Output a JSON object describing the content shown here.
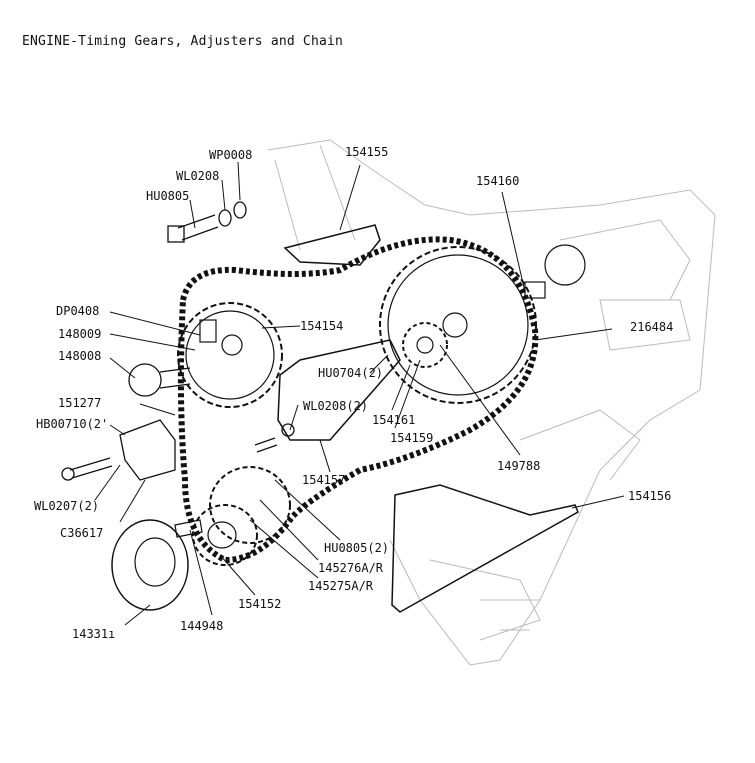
{
  "page": {
    "title": "ENGINE-Timing Gears, Adjusters and Chain"
  },
  "parts": [
    {
      "id": "WP0008",
      "label": "WP0008"
    },
    {
      "id": "154155",
      "label": "154155"
    },
    {
      "id": "WL0208",
      "label": "WL0208"
    },
    {
      "id": "HU0805",
      "label": "HU0805"
    },
    {
      "id": "154160",
      "label": "154160"
    },
    {
      "id": "DP0408",
      "label": "DP0408"
    },
    {
      "id": "148009",
      "label": "148009"
    },
    {
      "id": "154154",
      "label": "154154"
    },
    {
      "id": "216484",
      "label": "216484"
    },
    {
      "id": "148008",
      "label": "148008"
    },
    {
      "id": "HU0704",
      "label": "HU0704(2)"
    },
    {
      "id": "151277",
      "label": "151277"
    },
    {
      "id": "WL0208-2",
      "label": "WL0208(2)"
    },
    {
      "id": "154161",
      "label": "154161"
    },
    {
      "id": "HB00710",
      "label": "HB00710(2'"
    },
    {
      "id": "154159",
      "label": "154159"
    },
    {
      "id": "149788",
      "label": "149788"
    },
    {
      "id": "154157",
      "label": "154157"
    },
    {
      "id": "WL0207",
      "label": "WL0207(2)"
    },
    {
      "id": "154156",
      "label": "154156"
    },
    {
      "id": "C36617",
      "label": "C36617"
    },
    {
      "id": "HU0805-2",
      "label": "HU0805(2)"
    },
    {
      "id": "145276",
      "label": "145276A/R"
    },
    {
      "id": "145275",
      "label": "145275A/R"
    },
    {
      "id": "154152",
      "label": "154152"
    },
    {
      "id": "14331",
      "label": "14331ı"
    },
    {
      "id": "144948",
      "label": "144948"
    }
  ]
}
